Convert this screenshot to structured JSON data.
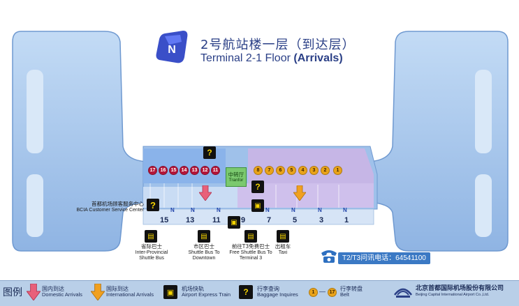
{
  "title": {
    "cn": "2号航站楼一层（到达层）",
    "en_prefix": "Terminal 2-1 Floor",
    "en_suffix": "(Arrivals)",
    "logo_letter": "N"
  },
  "belts": {
    "domestic": [
      "17",
      "16",
      "15",
      "14",
      "13",
      "12",
      "11"
    ],
    "international": [
      "8",
      "7",
      "6",
      "5",
      "4",
      "3",
      "2",
      "1"
    ]
  },
  "doors": [
    "15",
    "13",
    "11",
    "9",
    "7",
    "5",
    "3",
    "1"
  ],
  "door_marker": "N",
  "transfer": {
    "cn": "中转厅",
    "en": "Tranfor"
  },
  "service_center": {
    "cn": "首都机场顾客服务中心",
    "en": "BCIA Customer Service Center"
  },
  "transport": [
    {
      "id": "inter-provincial",
      "cn": "省际巴士",
      "en1": "Inter-Provincial",
      "en2": "Shuttle Bus"
    },
    {
      "id": "downtown",
      "cn": "市区巴士",
      "en1": "Shuttle Bus To",
      "en2": "Downtown"
    },
    {
      "id": "t3",
      "cn": "前往T3免费巴士",
      "en1": "Free Shuttle Bus To",
      "en2": "Terminal 3"
    },
    {
      "id": "taxi",
      "cn": "出租车",
      "en1": "Taxi",
      "en2": ""
    }
  ],
  "phone": "T2/T3问讯电话：64541100",
  "legend": {
    "title": "图例",
    "items": [
      {
        "cn": "国内到达",
        "en": "Domestic Arrivals",
        "icon": "domestic-arrow-icon"
      },
      {
        "cn": "国际到达",
        "en": "International Arrivals",
        "icon": "international-arrow-icon"
      },
      {
        "cn": "机场快轨",
        "en": "Airport Express Train",
        "icon": "train-icon"
      },
      {
        "cn": "行李查询",
        "en": "Baggage Inquires",
        "icon": "baggage-icon"
      },
      {
        "cn": "行李转盘",
        "en": "Belt",
        "icon": "belt-icon"
      }
    ],
    "belt_from": "1",
    "belt_to": "17",
    "belt_dash": "—",
    "company_cn": "北京首都国际机场股份有限公司",
    "company_en": "Beijing Capital International Airport Co.,Ltd."
  },
  "colors": {
    "terminal_fill": "#a9c8ec",
    "terminal_edge": "#6f99d0",
    "domestic_zone": "#8fb6ea",
    "international_zone": "#c6b6e6",
    "domestic_arrow": "#e8607a",
    "international_arrow": "#f0a020",
    "belt_domestic": "#b4163a",
    "belt_international": "#e9a31a"
  }
}
